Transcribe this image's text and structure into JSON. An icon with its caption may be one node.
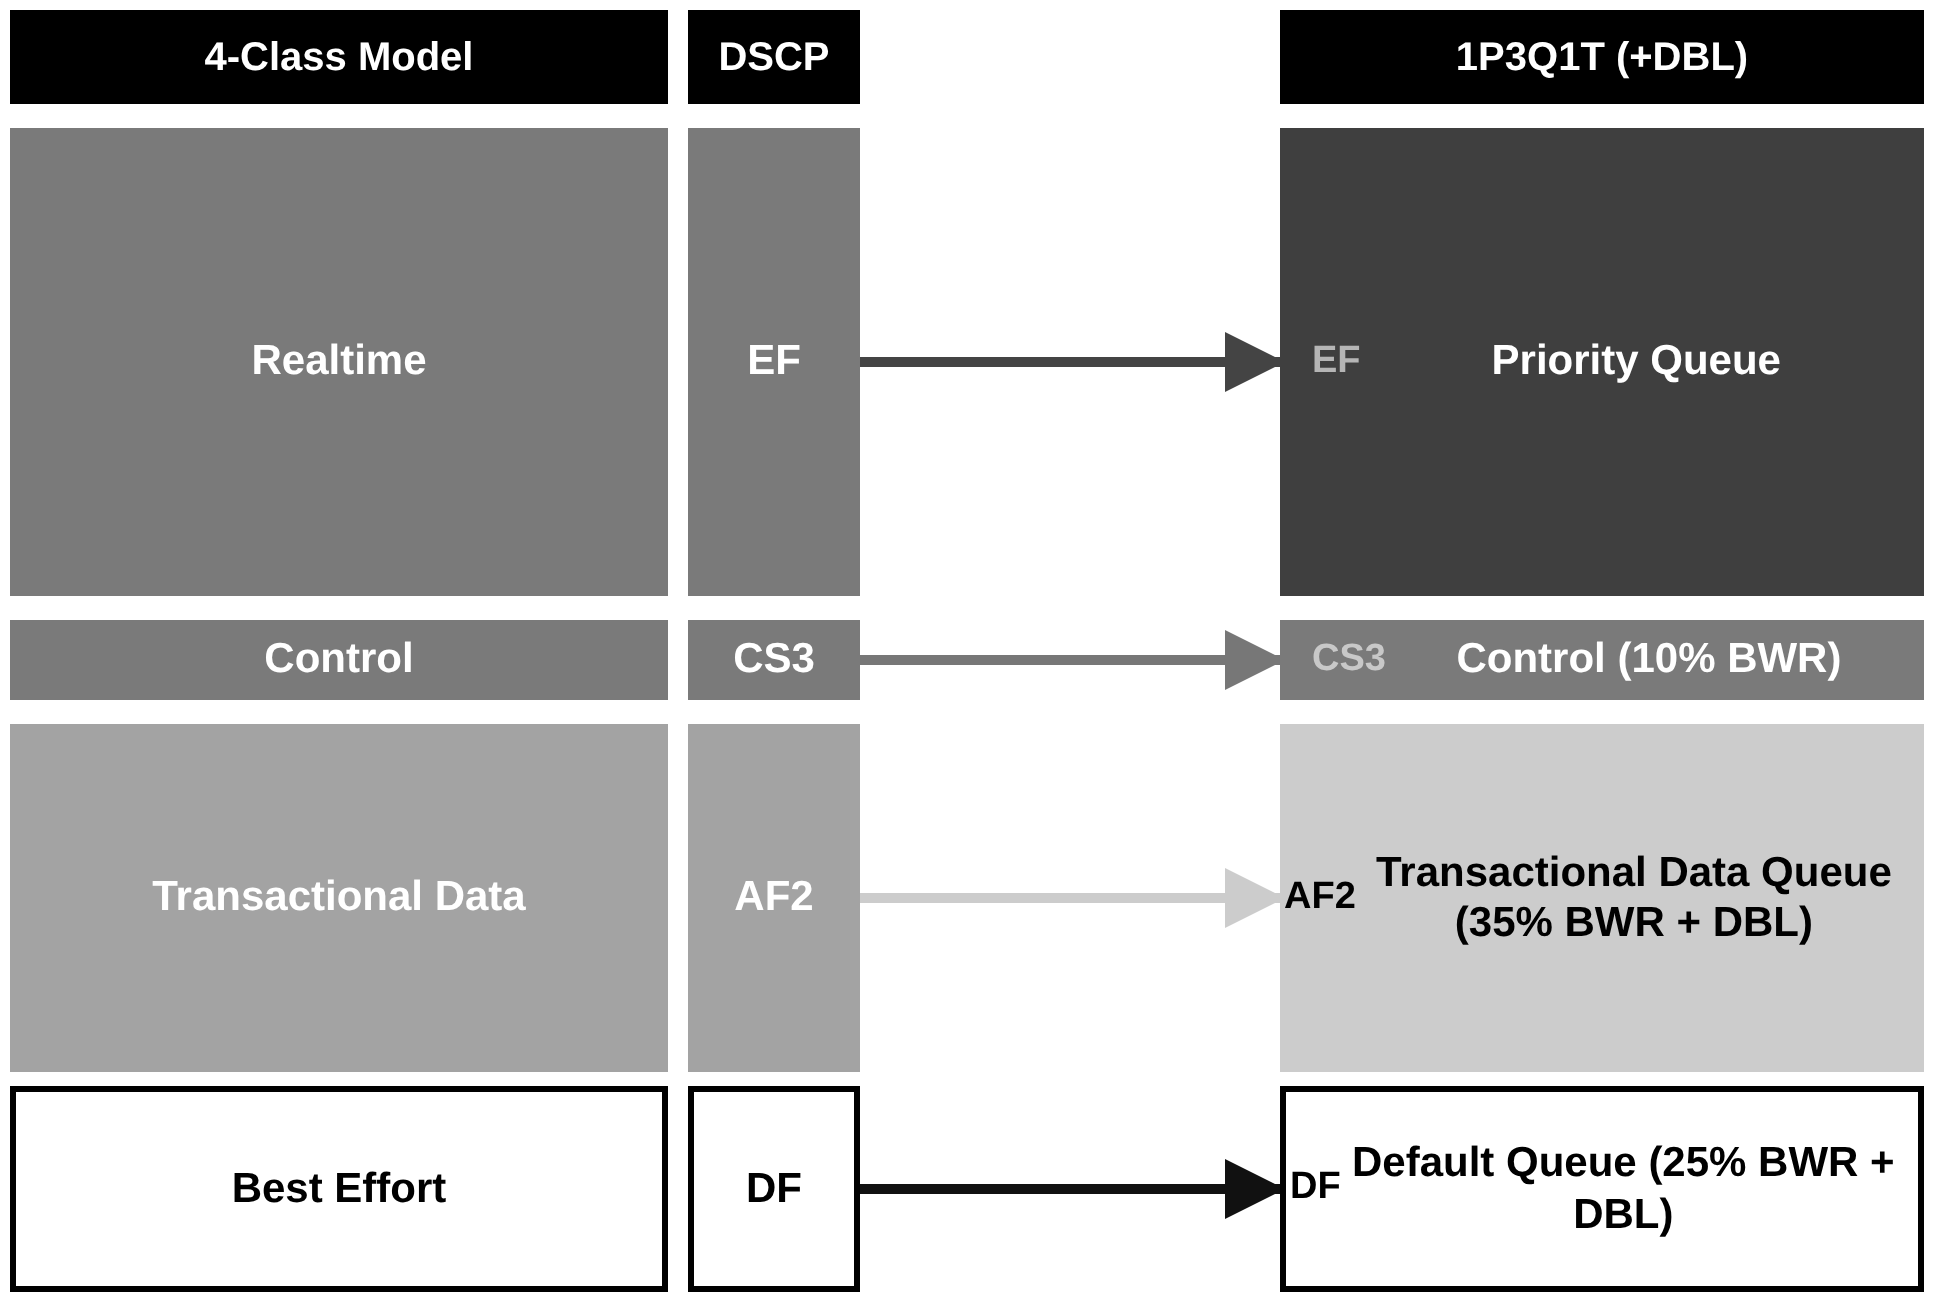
{
  "diagram": {
    "nodes": [
      {
        "text": [
          "4-Class Model"
        ]
      },
      {
        "text": [
          "DSCP"
        ]
      },
      {
        "text": [
          "1P3Q1T (+DBL)"
        ]
      },
      {
        "text": [
          "Realtime"
        ]
      },
      {
        "text": [
          "EF"
        ]
      },
      {
        "text": [
          "EF",
          "Priority Queue"
        ]
      },
      {
        "text": [
          "Control"
        ]
      },
      {
        "text": [
          "CS3"
        ]
      },
      {
        "text": [
          "CS3",
          "Control (10% BWR)"
        ]
      },
      {
        "text": [
          "Transactional Data"
        ]
      },
      {
        "text": [
          "AF2"
        ]
      },
      {
        "text": [
          "AF2",
          "Transactional Data Queue (35% BWR + DBL)"
        ]
      },
      {
        "text": [
          "Best Effort"
        ]
      },
      {
        "text": [
          "DF"
        ]
      },
      {
        "text": [
          "DF",
          "Default Queue (25% BWR + DBL)"
        ]
      }
    ],
    "edges": [
      {
        "from": 4,
        "to": 5,
        "arrow": "to",
        "color": "#444444"
      },
      {
        "from": 7,
        "to": 8,
        "arrow": "to",
        "color": "#777777"
      },
      {
        "from": 10,
        "to": 11,
        "arrow": "to",
        "color": "#cccccc"
      },
      {
        "from": 13,
        "to": 14,
        "arrow": "to",
        "color": "#111111"
      }
    ]
  }
}
